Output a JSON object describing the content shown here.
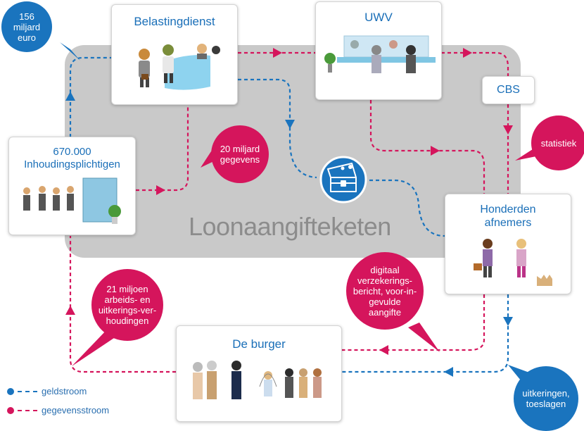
{
  "center": {
    "label": "Loonaangifteketen"
  },
  "nodes": {
    "belastingdienst": "Belastingdienst",
    "uwv": "UWV",
    "cbs": "CBS",
    "inhoudingsplichtigen": "670.000\nInhoudingsplichtigen",
    "afnemers": "Honderden\nafnemers",
    "burger": "De burger"
  },
  "bubbles": {
    "geld": "156\nmiljard\neuro",
    "gegevens": "20 miljard\ngegevens",
    "statistiek": "statistiek",
    "verhoudingen": "21 miljoen\narbeids- en\nuitkerings-ver-\nhoudingen",
    "digitaal": "digitaal\nverzekerings-\nbericht, voor-in-\ngevulde\naangifte",
    "uitkeringen": "uitkeringen,\ntoeslagen"
  },
  "legend": {
    "geldstroom": "geldstroom",
    "gegevensstroom": "gegevensstroom"
  },
  "colors": {
    "geldstroom": "#1a74be",
    "gegevensstroom": "#d5155c",
    "keten": "#c9c9c9"
  },
  "icons": [
    "treasure-chest-icon"
  ]
}
